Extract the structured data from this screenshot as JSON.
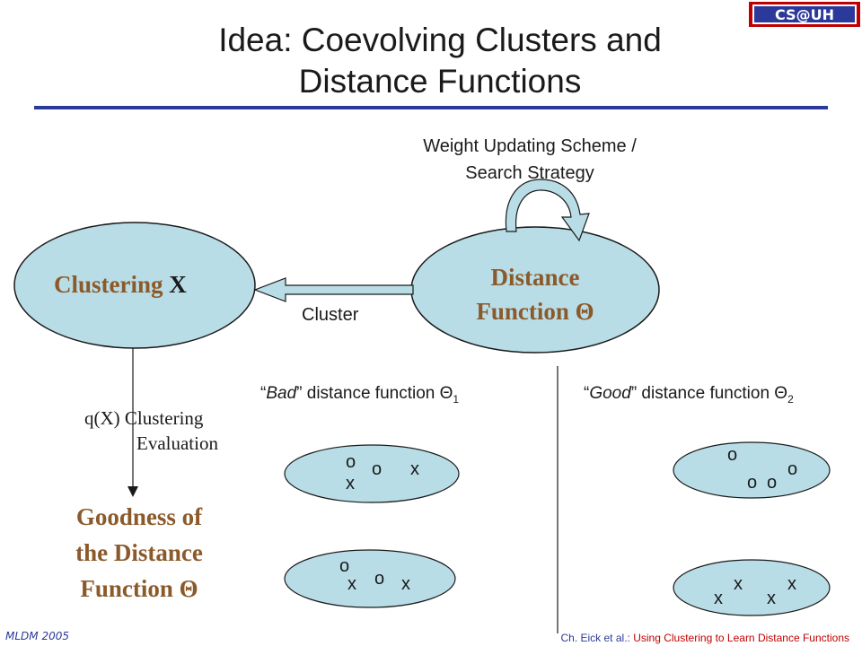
{
  "title": {
    "line1": "Idea: Coevolving Clusters and",
    "line2": "Distance Functions"
  },
  "logo": {
    "text": "CS@UH"
  },
  "weight_scheme": {
    "line1": "Weight Updating Scheme /",
    "line2": "Search Strategy"
  },
  "clustering_node": {
    "word": "Clustering",
    "var": "X"
  },
  "distance_node": {
    "line1": "Distance",
    "line2": "Function Θ"
  },
  "cluster_label": "Cluster",
  "evaluation": {
    "func": "q(X)",
    "line1": "Clustering",
    "line2": "Evaluation"
  },
  "goodness": {
    "line1": "Goodness of",
    "line2": "the Distance",
    "line3": "Function Θ"
  },
  "bad_label": {
    "open_quote": "“",
    "word": "Bad",
    "rest": "” distance function Θ",
    "sub": "1"
  },
  "good_label": {
    "open_quote": "“",
    "word": "Good",
    "rest": "” distance function Θ",
    "sub": "2"
  },
  "marks": {
    "o": "o",
    "x": "x"
  },
  "footer": {
    "left": "MLDM 2005",
    "right_a": "Ch. Eick et al.",
    "right_sep": ": ",
    "right_b": "Using Clustering to Learn Distance Functions"
  },
  "colors": {
    "ellipse_fill": "#b9dde6",
    "node_text": "#8b5a2b",
    "accent": "#2b3a9a"
  }
}
